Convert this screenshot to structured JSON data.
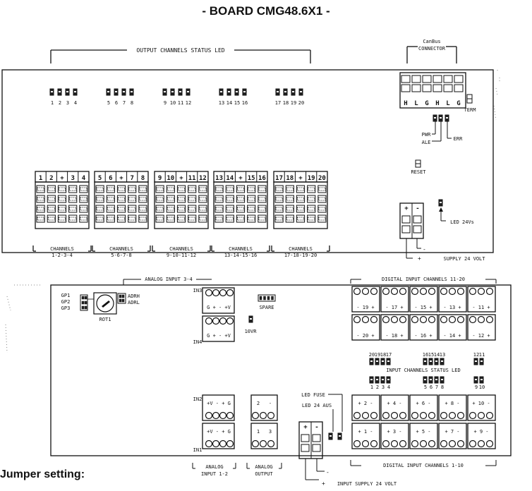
{
  "title": "- BOARD CMG48.6X1 -",
  "jumper_heading": "Jumper setting:",
  "top_board": {
    "output_status_label": "OUTPUT CHANNELS STATUS LED",
    "canbus_label": [
      "CanBus",
      "CONNECTOR"
    ],
    "canbus_pins": [
      "H",
      "L",
      "G",
      "H",
      "L",
      "G"
    ],
    "term_label": "TERM",
    "pwr_label": "PWR",
    "ale_label": "ALE",
    "err_label": "ERR",
    "reset_label": "RESET",
    "led24_label": "LED 24Vs",
    "supply_label": "SUPPLY 24 VOLT",
    "supply_plus": "+",
    "supply_minus": "-",
    "led_groups": [
      [
        "1",
        "2",
        "3",
        "4"
      ],
      [
        "5",
        "6",
        "7",
        "8"
      ],
      [
        "9",
        "10",
        "11",
        "12"
      ],
      [
        "13",
        "14",
        "15",
        "16"
      ],
      [
        "17",
        "18",
        "19",
        "20"
      ]
    ],
    "connector_groups": [
      {
        "terms": [
          "1",
          "2",
          "+",
          "3",
          "4"
        ],
        "label": [
          "CHANNELS",
          "1-2-3-4"
        ]
      },
      {
        "terms": [
          "5",
          "6",
          "+",
          "7",
          "8"
        ],
        "label": [
          "CHANNELS",
          "5-6-7-8"
        ]
      },
      {
        "terms": [
          "9",
          "10",
          "+",
          "11",
          "12"
        ],
        "label": [
          "CHANNELS",
          "9-10-11-12"
        ]
      },
      {
        "terms": [
          "13",
          "14",
          "+",
          "15",
          "16"
        ],
        "label": [
          "CHANNELS",
          "13-14-15-16"
        ]
      },
      {
        "terms": [
          "17",
          "18",
          "+",
          "19",
          "20"
        ],
        "label": [
          "CHANNELS",
          "17-18-19-20"
        ]
      }
    ]
  },
  "bottom_board": {
    "analog_34_label": "ANALOG INPUT 3-4",
    "digital_1120_label": "DIGITAL INPUT CHANNELS 11-20",
    "digital_110_label": "DIGITAL INPUT CHANNELS 1-10",
    "gp_labels": [
      "GP1",
      "GP2",
      "GP3"
    ],
    "addr_labels": [
      "ADRH",
      "ADRL"
    ],
    "rot_label": "ROT1",
    "spare_label": "SPARE",
    "vr_label": "10VR",
    "in3": "IN3",
    "in4": "IN4",
    "in2": "IN2",
    "in1": "IN1",
    "analog_34_terms": "G + - +V",
    "analog_12_terms": "+V - + G",
    "analog_in_label": [
      "ANALOG",
      "INPUT 1-2"
    ],
    "analog_out_label": [
      "ANALOG",
      "OUTPUT"
    ],
    "analog_out_nums": [
      "2",
      "1",
      "3"
    ],
    "led_fuse_label": "LED FUSE",
    "led_24aus_label": "LED 24 AUS",
    "input_supply_label": "INPUT SUPPLY 24 VOLT",
    "in_status_label": "INPUT CHANNELS STATUS LED",
    "leds_upper_left": [
      "20",
      "19",
      "18",
      "17"
    ],
    "leds_upper_mid": [
      "16",
      "15",
      "14",
      "13"
    ],
    "leds_upper_right": [
      "12",
      "11"
    ],
    "leds_lower_left": [
      "1",
      "2",
      "3",
      "4"
    ],
    "leds_lower_mid": [
      "5",
      "6",
      "7",
      "8"
    ],
    "leds_lower_right": [
      "9",
      "10"
    ],
    "dig_upper_row1": [
      "19",
      "17",
      "15",
      "13",
      "11"
    ],
    "dig_upper_row2": [
      "20",
      "18",
      "16",
      "14",
      "12"
    ],
    "dig_lower_row1": [
      "2",
      "4",
      "6",
      "8",
      "10"
    ],
    "dig_lower_row2": [
      "1",
      "3",
      "5",
      "7",
      "9"
    ]
  }
}
